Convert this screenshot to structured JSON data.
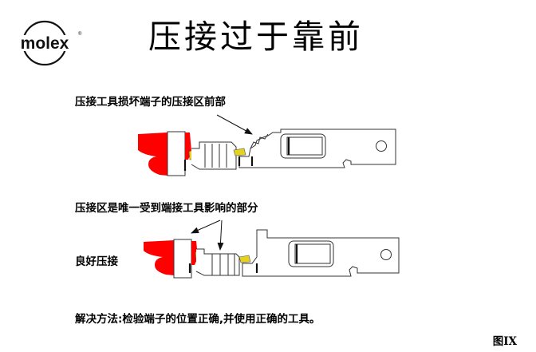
{
  "header": {
    "logo_text": "molex",
    "logo_mark": "®",
    "title": "压接过于靠前"
  },
  "diagram_top": {
    "caption": "压接工具损坏端子的压接区前部",
    "arrow_target": "damaged-crimp-front"
  },
  "diagram_bottom": {
    "caption": "压接区是唯一受到端接工具影响的部分",
    "side_label": "良好压接"
  },
  "solution": {
    "text": "解决方法:检验端子的位置正确,并使用正确的工具。"
  },
  "figure_label": "图IX",
  "colors": {
    "insulation_red": "#ff0000",
    "wire_strands_yellow": "#e6d21e",
    "outline": "#333333",
    "background": "#ffffff"
  }
}
